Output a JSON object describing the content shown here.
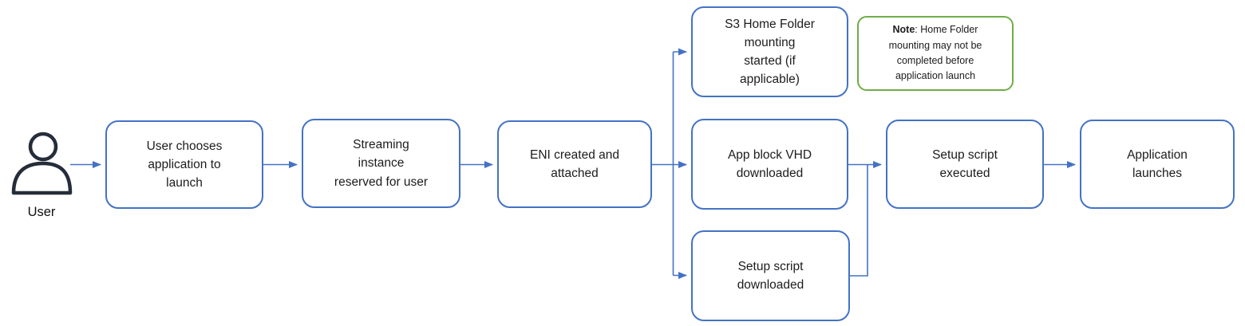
{
  "actor": {
    "label": "User",
    "icon": "person-icon"
  },
  "nodes": [
    {
      "id": "user-chooses-application",
      "label": "User chooses\napplication to\nlaunch"
    },
    {
      "id": "streaming-instance-reserved",
      "label": "Streaming\ninstance\nreserved for user"
    },
    {
      "id": "eni-created-attached",
      "label": "ENI created and\nattached"
    },
    {
      "id": "s3-home-folder-mounting",
      "label": "S3 Home Folder\nmounting\nstarted (if\napplicable)"
    },
    {
      "id": "app-block-vhd-downloaded",
      "label": "App block VHD\ndownloaded"
    },
    {
      "id": "setup-script-downloaded",
      "label": "Setup script\ndownloaded"
    },
    {
      "id": "setup-script-executed",
      "label": "Setup script\nexecuted"
    },
    {
      "id": "application-launches",
      "label": "Application\nlaunches"
    }
  ],
  "note": {
    "prefix": "Note",
    "body": ": Home Folder mounting may not be completed before application launch"
  },
  "colors": {
    "box_border": "#4472C4",
    "connector": "#4472C4",
    "note_border": "#70AD47",
    "icon": "#262d3a",
    "text": "#1c1c1c"
  }
}
